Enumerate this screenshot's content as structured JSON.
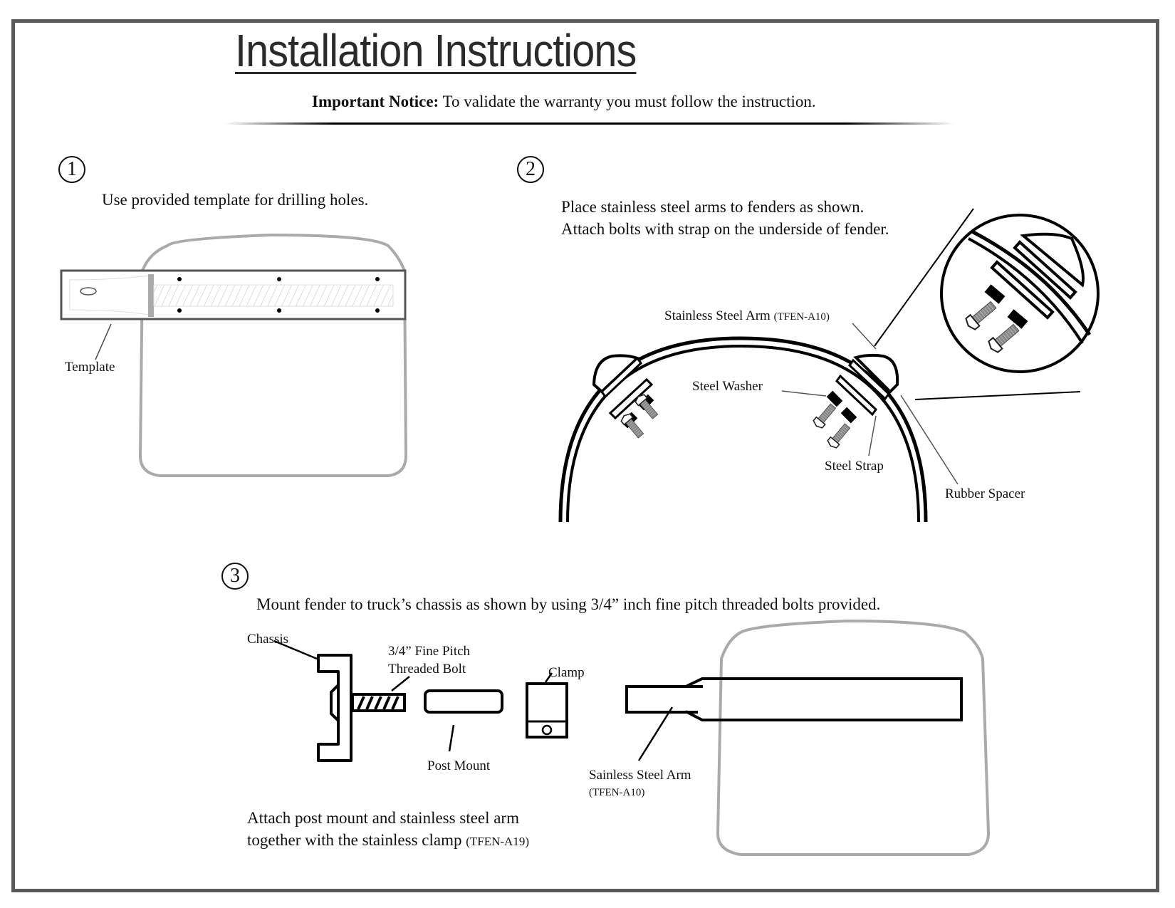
{
  "header": {
    "title": "Installation Instructions",
    "notice_label": "Important Notice:",
    "notice_text": " To validate the warranty you must follow the instruction."
  },
  "steps": [
    {
      "number": "1",
      "instruction": "Use provided template for drilling holes.",
      "labels": {
        "template": "Template"
      }
    },
    {
      "number": "2",
      "instruction_lines": [
        "Place stainless steel arms to fenders as shown.",
        "Attach bolts with strap on the underside of fender."
      ],
      "labels": {
        "arm": "Stainless Steel Arm",
        "arm_code": "(TFEN-A10)",
        "washer": "Steel Washer",
        "strap": "Steel Strap",
        "spacer": "Rubber Spacer"
      }
    },
    {
      "number": "3",
      "instruction": "Mount fender to truck’s chassis as shown by using 3/4” inch fine pitch threaded bolts provided.",
      "labels": {
        "chassis": "Chassis",
        "bolt_line1": "3/4” Fine Pitch",
        "bolt_line2": "Threaded Bolt",
        "clamp": "Clamp",
        "post_mount": "Post Mount",
        "arm": "Sainless Steel Arm",
        "arm_code": "(TFEN-A10)"
      },
      "caption_line1": "Attach post mount and stainless steel arm",
      "caption_line2": "together with the stainless clamp",
      "caption_code": "(TFEN-A19)"
    }
  ]
}
